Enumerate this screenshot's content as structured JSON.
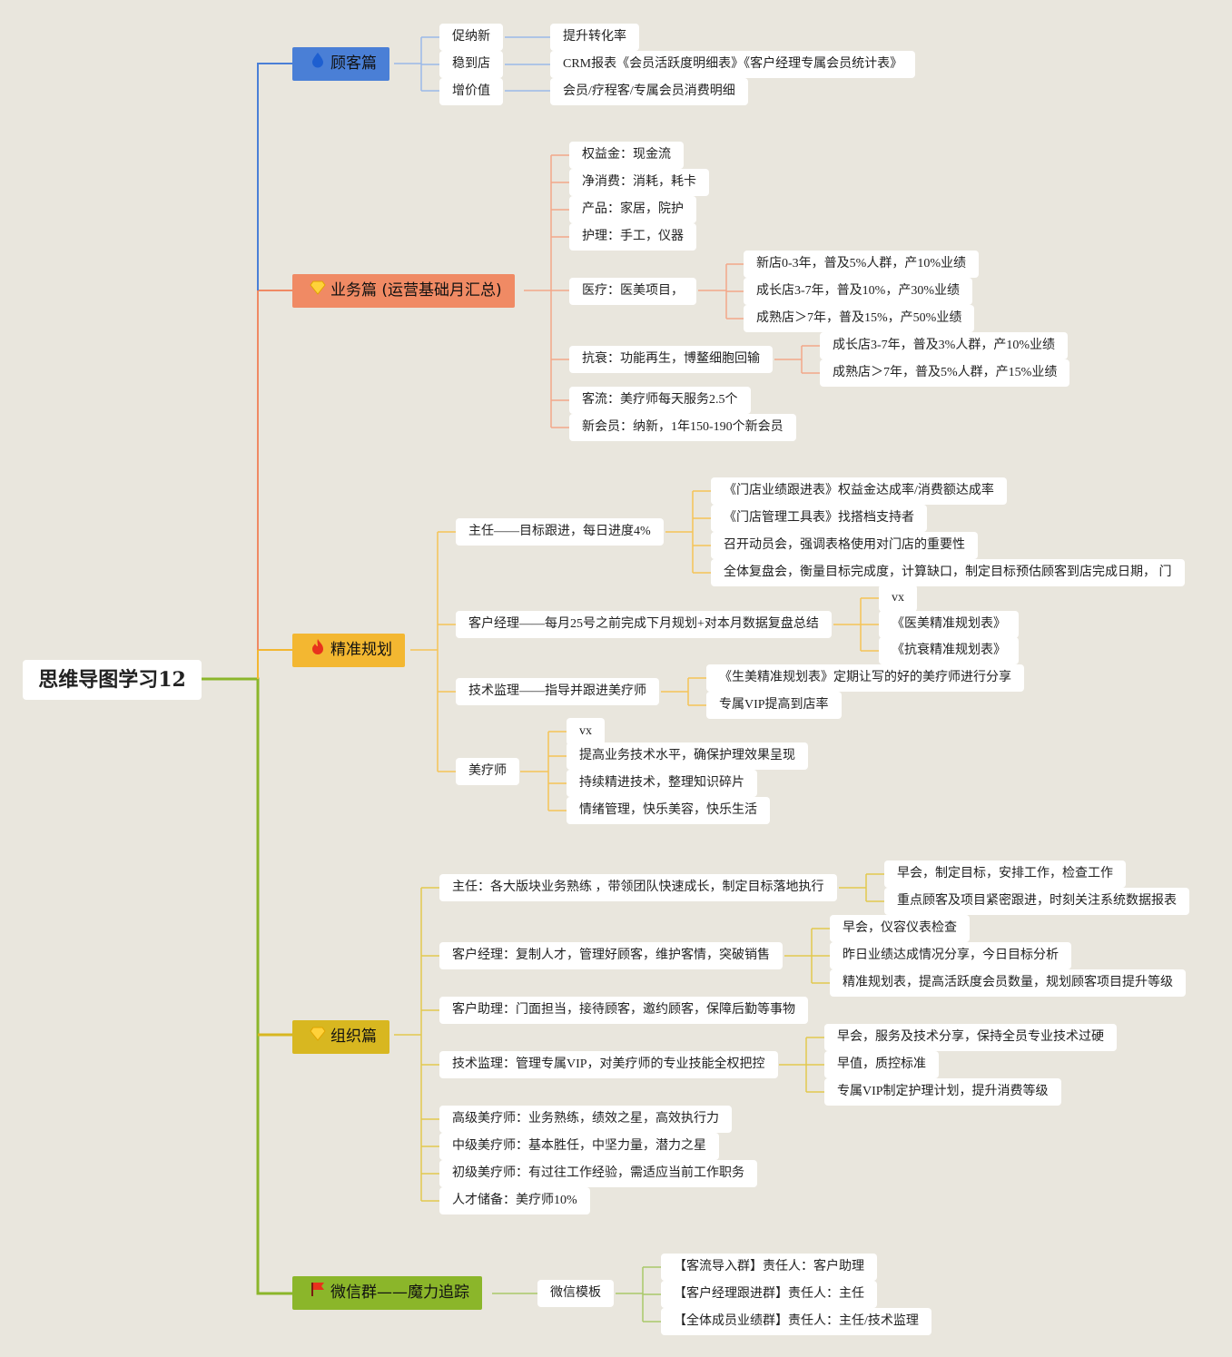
{
  "root": "思维导图学习12",
  "colors": {
    "customer": "#4a7fd6",
    "business": "#f08a64",
    "planning": "#f3b731",
    "organization": "#d8b720",
    "wechat": "#8bb62a",
    "background": "#e9e6dd"
  },
  "branches": {
    "customer": {
      "label": "顾客篇",
      "icon": "water-drop-icon",
      "items": [
        "促纳新",
        "稳到店",
        "增价值"
      ],
      "details": [
        "提升转化率",
        "CRM报表《会员活跃度明细表》《客户经理专属会员统计表》",
        "会员/疗程客/专属会员消费明细"
      ]
    },
    "business": {
      "label": "业务篇 (运营基础月汇总)",
      "icon": "diamond-icon",
      "items": [
        "权益金：现金流",
        "净消费：消耗，耗卡",
        "产品：家居，院护",
        "护理：手工，仪器",
        "医疗：医美项目，",
        "抗衰：功能再生，博鳌细胞回输",
        "客流：美疗师每天服务2.5个",
        "新会员：纳新，1年150-190个新会员"
      ],
      "medical": [
        "新店0-3年，普及5%人群，产10%业绩",
        "成长店3-7年，普及10%，产30%业绩",
        "成熟店＞7年，普及15%，产50%业绩"
      ],
      "antiaging": [
        "成长店3-7年，普及3%人群，产10%业绩",
        "成熟店＞7年，普及5%人群，产15%业绩"
      ]
    },
    "planning": {
      "label": "精准规划",
      "icon": "fire-icon",
      "items": [
        "主任——目标跟进，每日进度4%",
        "客户经理——每月25号之前完成下月规划+对本月数据复盘总结",
        "技术监理——指导并跟进美疗师",
        "美疗师"
      ],
      "director": [
        "《门店业绩跟进表》权益金达成率/消费额达成率",
        "《门店管理工具表》找搭档支持者",
        "召开动员会，强调表格使用对门店的重要性",
        "全体复盘会，衡量目标完成度，计算缺口，制定目标预估顾客到店完成日期， 门"
      ],
      "manager": [
        "vx",
        "《医美精准规划表》",
        "《抗衰精准规划表》"
      ],
      "supervisor": [
        "《生美精准规划表》定期让写的好的美疗师进行分享",
        "专属VIP提高到店率"
      ],
      "therapist": [
        "vx",
        "提高业务技术水平，确保护理效果呈现",
        "持续精进技术，整理知识碎片",
        "情绪管理，快乐美容，快乐生活"
      ]
    },
    "organization": {
      "label": "组织篇",
      "icon": "diamond-icon",
      "items": [
        "主任：各大版块业务熟练 ，带领团队快速成长，制定目标落地执行",
        "客户经理：复制人才，管理好顾客，维护客情，突破销售",
        "客户助理：门面担当，接待顾客，邀约顾客，保障后勤等事物",
        "技术监理：管理专属VIP，对美疗师的专业技能全权把控",
        "高级美疗师：业务熟练，绩效之星，高效执行力",
        "中级美疗师：基本胜任，中坚力量，潜力之星",
        "初级美疗师：有过往工作经验，需适应当前工作职务",
        "人才储备：美疗师10%"
      ],
      "director": [
        "早会，制定目标，安排工作，检查工作",
        "重点顾客及项目紧密跟进，时刻关注系统数据报表"
      ],
      "manager": [
        "早会，仪容仪表检查",
        "昨日业绩达成情况分享，今日目标分析",
        "精准规划表，提高活跃度会员数量，规划顾客项目提升等级"
      ],
      "supervisor": [
        "早会，服务及技术分享，保持全员专业技术过硬",
        "早值，质控标准",
        "专属VIP制定护理计划，提升消费等级"
      ]
    },
    "wechat": {
      "label": "微信群——魔力追踪",
      "icon": "red-flag-icon",
      "items": [
        "微信模板"
      ],
      "groups": [
        "【客流导入群】责任人：客户助理",
        "【客户经理跟进群】责任人：主任",
        "【全体成员业绩群】责任人：主任/技术监理"
      ]
    }
  }
}
